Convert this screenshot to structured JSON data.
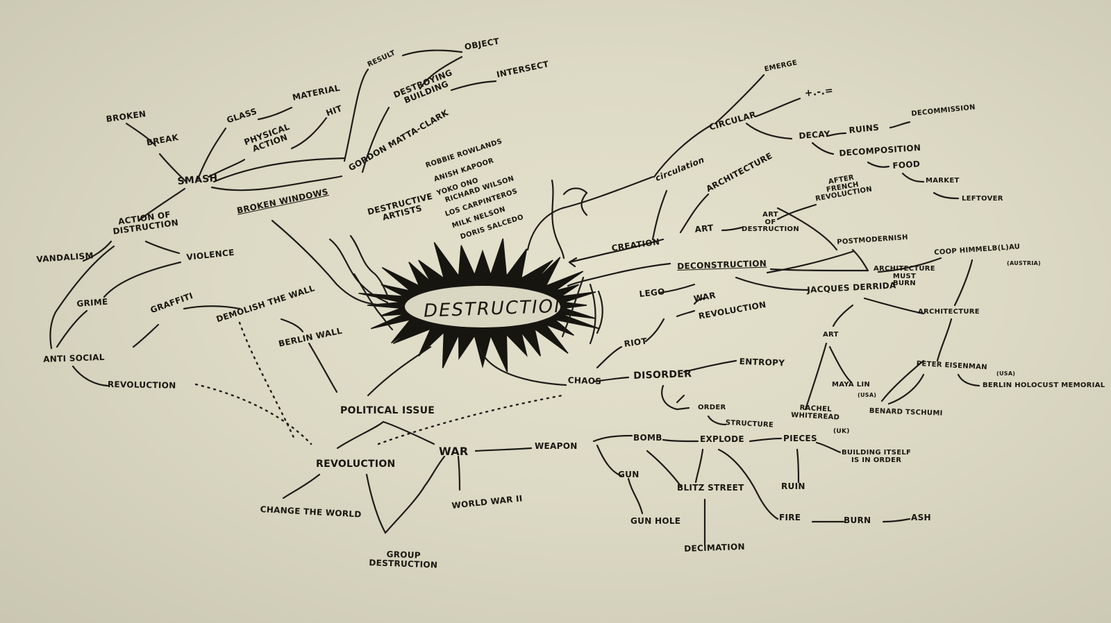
{
  "center": "DESTRUCTION",
  "nodes": {
    "broken": "BROKEN",
    "break": "BREAK",
    "smash": "SMASH",
    "glass": "GLASS",
    "material": "MATERIAL",
    "physical_action": "PHYSICAL\nACTION",
    "hit": "HIT",
    "result": "RESULT",
    "object": "OBJECT",
    "destroying_building": "DESTROYING\nBUILDING",
    "intersect": "INTERSECT",
    "gordon_matta_clark": "GORDON MATTA-CLARK",
    "broken_windows": "BROKEN WINDOWS",
    "action_of_distruction": "ACTION OF\nDISTRUCTION",
    "vandalism": "VANDALISM",
    "violence": "VIOLENCE",
    "grime": "GRIME",
    "graffiti": "GRAFFITI",
    "demolish_the_wall": "DEMOLISH THE WALL",
    "berlin_wall": "BERLIN WALL",
    "anti_social": "ANTI SOCIAL",
    "revolution_left": "REVOLUCTION",
    "political_issue": "POLITICAL ISSUE",
    "revolution": "REVOLUCTION",
    "war": "WAR",
    "change_the_world": "CHANGE THE WORLD",
    "group_destruction": "GROUP\nDESTRUCTION",
    "world_war_ii": "WORLD WAR II",
    "weapon": "WEAPON",
    "destructive_artists": "DESTRUCTIVE\nARTISTS",
    "robbie_rowlands": "ROBBIE ROWLANDS",
    "anish_kapoor": "ANISH KAPOOR",
    "yoko_ono": "YOKO ONO",
    "richard_wilson": "RICHARD WILSON",
    "los_carpinteros": "LOS CARPINTEROS",
    "milk_nelson": "MILK NELSON",
    "doris_salcedo": "DORIS SALCEDO",
    "emerge": "EMERGE",
    "plus_minus_equals": "+.-.=",
    "circular": "CIRCULAR",
    "circulation": "circulation",
    "decay": "DECAY",
    "ruins": "RUINS",
    "decommission": "DECOMMISSION",
    "decomposition": "DECOMPOSITION",
    "food": "FOOD",
    "market": "MARKET",
    "leftover": "LEFTOVER",
    "architecture_top": "ARCHITECTURE",
    "after_french_revolution": "AFTER\nFRENCH\nREVOLUCTION",
    "art": "ART",
    "art_of_destruction": "ART\nOF\nDESTRUCTION",
    "creation": "CREATION",
    "postmodernish": "POSTMODERNISH",
    "coop_himmelblau": "COOP HIMMELB(L)AU",
    "austria": "(AUSTRIA)",
    "deconstruction": "DECONSTRUCTION",
    "architecture_must_burn": "ARCHITECTURE\nMUST\nBURN",
    "lego": "LEGO",
    "jacques_derrida": "JACQUES DERRIDA",
    "architecture_right": "ARCHITECTURE",
    "war_right": "WAR",
    "revolution_right": "REVOLUCTION",
    "art_right": "ART",
    "riot": "RIOT",
    "chaos": "CHAOS",
    "disorder": "DISORDER",
    "entropy": "ENTROPY",
    "maya_lin": "MAYA LIN",
    "usa1": "(USA)",
    "peter_eisenman": "PETER EISENMAN",
    "usa2": "(USA)",
    "berlin_holocaust": "BERLIN HOLOCUST MEMORIAL",
    "order": "ORDER",
    "structure": "STRUCTURE",
    "rachel_whiteread": "RACHEL\nWHITEREAD",
    "uk": "(UK)",
    "bernard_tschumi": "BENARD TSCHUMI",
    "bomb": "BOMB",
    "explode": "EXPLODE",
    "pieces": "PIECES",
    "building_itself": "BUILDING ITSELF\nIS IN ORDER",
    "gun": "GUN",
    "blitz_street": "BLITZ STREET",
    "ruin": "RUIN",
    "gun_hole": "GUN HOLE",
    "fire": "FIRE",
    "burn": "BURN",
    "ash": "ASH",
    "decimation": "DECIMATION"
  }
}
